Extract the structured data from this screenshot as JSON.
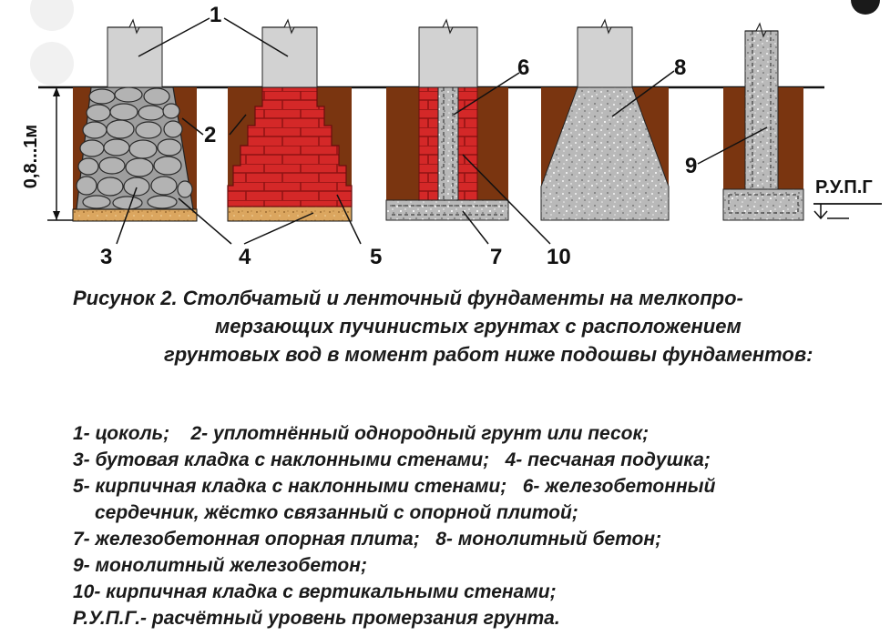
{
  "labels": {
    "n1": "1",
    "n2": "2",
    "n3": "3",
    "n4": "4",
    "n5": "5",
    "n6": "6",
    "n7": "7",
    "n8": "8",
    "n9": "9",
    "n10": "10",
    "depth": "0,8...1м",
    "frost_level": "Р.У.П.Г"
  },
  "caption": {
    "line1": "Рисунок  2.   Столбчатый и ленточный фундаменты на мелкопро-",
    "line2": "мерзающих пучинистых грунтах с расположением",
    "line3": "грунтовых вод в момент работ ниже подошвы фундаментов:"
  },
  "legend": {
    "l1a": "1- цоколь;",
    "l1b": "2- уплотнённый однородный грунт или песок;",
    "l2a": "3- бутовая кладка с наклонными стенами;",
    "l2b": "4- песчаная подушка;",
    "l3a": "5- кирпичная кладка с наклонными стенами;",
    "l3b": "6- железобетонный",
    "l4": "сердечник, жёстко связанный с опорной плитой;",
    "l5a": "7- железобетонная опорная плита;",
    "l5b": "8- монолитный бетон;",
    "l6": "9- монолитный железобетон;",
    "l7": "10- кирпичная кладка с вертикальными стенами;",
    "l8": "Р.У.П.Г.- расчётный уровень промерзания грунта."
  },
  "colors": {
    "soil": "#7a3510",
    "plinth": "#d2d2d2",
    "stone": "#a9a9a9",
    "brick": "#d42828",
    "sand": "#d9a25c",
    "concrete": "#b8b8b8"
  }
}
